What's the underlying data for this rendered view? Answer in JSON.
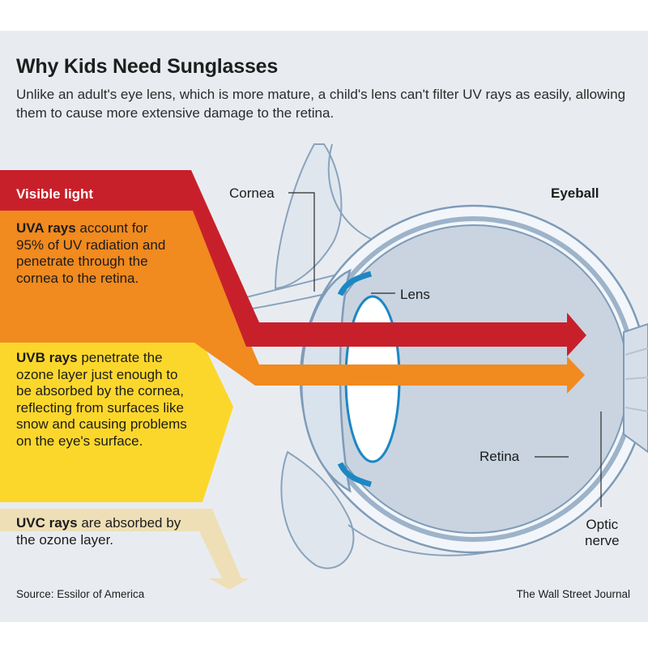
{
  "title": "Why Kids Need Sunglasses",
  "subtitle": "Unlike an adult's eye lens, which is more mature, a child's lens can't filter UV rays as easily, allowing them to cause more extensive damage to the retina.",
  "bands": {
    "visible": {
      "label": "Visible light",
      "color": "#c8202b"
    },
    "uva": {
      "lead": "UVA rays",
      "rest": " account for 95% of UV radiation and penetrate through the cornea to the retina.",
      "color": "#f18a1f"
    },
    "uvb": {
      "lead": "UVB rays",
      "rest": " penetrate the ozone layer just enough to be absorbed by the cornea, reflecting from surfaces like snow and causing problems on the eye's surface.",
      "color": "#fcd72b"
    },
    "uvc": {
      "lead": "UVC rays",
      "rest": " are absorbed by the ozone layer.",
      "color": "#eedfb6"
    }
  },
  "eye_labels": {
    "cornea": "Cornea",
    "eyeball": "Eyeball",
    "lens": "Lens",
    "retina": "Retina",
    "optic_nerve_line1": "Optic",
    "optic_nerve_line2": "nerve"
  },
  "footer": {
    "source": "Source: Essilor of America",
    "credit": "The Wall Street Journal"
  }
}
